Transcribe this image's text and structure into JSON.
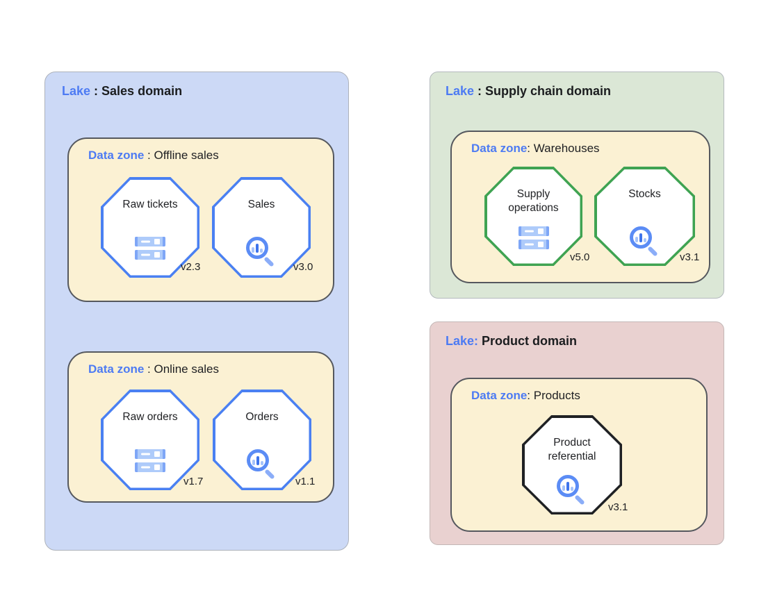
{
  "diagram": {
    "type": "data-lake-architecture",
    "colors": {
      "keyword_blue": "#4d7bf3",
      "lake_sales_bg": "#ccd9f6",
      "lake_supply_bg": "#dbe7d6",
      "lake_product_bg": "#e9d1d0",
      "zone_bg": "#fbf1d3",
      "octagon_blue_border": "#4a80f2",
      "octagon_green_border": "#3fa352",
      "octagon_black_border": "#1f2124",
      "icon_blue": "#5b8cf5",
      "icon_light_blue": "#aecbfa"
    },
    "lakes": [
      {
        "keyword": "Lake",
        "rest": " : Sales domain",
        "zones": [
          {
            "keyword": "Data zone",
            "rest": " : Offline sales",
            "assets": [
              {
                "name": "Raw tickets",
                "icon": "database-icon",
                "version": "v2.3"
              },
              {
                "name": "Sales",
                "icon": "search-analytics-icon",
                "version": "v3.0"
              }
            ]
          },
          {
            "keyword": "Data zone",
            "rest": " : Online sales",
            "assets": [
              {
                "name": "Raw orders",
                "icon": "database-icon",
                "version": "v1.7"
              },
              {
                "name": "Orders",
                "icon": "search-analytics-icon",
                "version": "v1.1"
              }
            ]
          }
        ]
      },
      {
        "keyword": "Lake",
        "rest": " : Supply chain domain",
        "zones": [
          {
            "keyword": "Data zone",
            "rest": ": Warehouses",
            "assets": [
              {
                "name": "Supply operations",
                "icon": "database-icon",
                "version": "v5.0"
              },
              {
                "name": "Stocks",
                "icon": "search-analytics-icon",
                "version": "v3.1"
              }
            ]
          }
        ]
      },
      {
        "keyword": "Lake:",
        "rest": " Product domain",
        "zones": [
          {
            "keyword": "Data zone",
            "rest": ": Products",
            "assets": [
              {
                "name": "Product referential",
                "icon": "search-analytics-icon",
                "version": "v3.1"
              }
            ]
          }
        ]
      }
    ]
  }
}
